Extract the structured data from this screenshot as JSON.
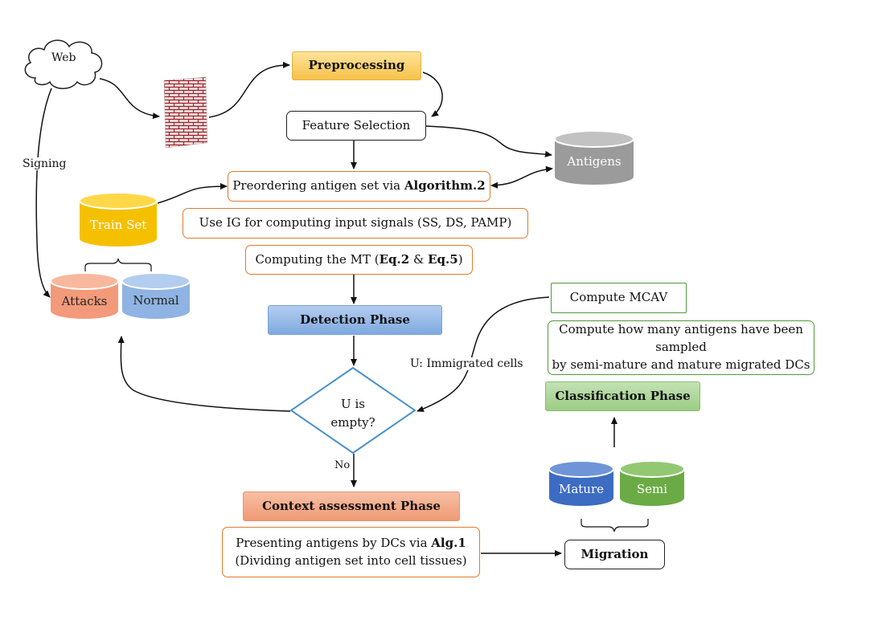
{
  "web": {
    "label": "Web"
  },
  "signing": {
    "label": "Signing"
  },
  "preprocessing": {
    "label": "Preprocessing"
  },
  "feature_selection": {
    "label": "Feature Selection"
  },
  "antigens_db": {
    "label": "Antigens",
    "color": "#9b9b9b"
  },
  "preordering": {
    "prefix": "Preordering antigen set via ",
    "bold": "Algorithm.2"
  },
  "train_set": {
    "label": "Train Set",
    "color": "#f5c000"
  },
  "ig_signals": {
    "label": "Use IG for computing input signals (SS, DS, PAMP)"
  },
  "compute_mt": {
    "prefix": "Computing the MT (",
    "bold1": "Eq.2",
    "mid": " & ",
    "bold2": "Eq.5",
    "suffix": ")"
  },
  "attacks_db": {
    "label": "Attacks",
    "color": "#f39a7a"
  },
  "normal_db": {
    "label": "Normal",
    "color": "#8fb3e3"
  },
  "detection_phase": {
    "label": "Detection Phase"
  },
  "decision": {
    "line1": "U is",
    "line2": "empty?"
  },
  "immigrated": {
    "label": "U: Immigrated cells"
  },
  "no_label": {
    "label": "No"
  },
  "context_phase": {
    "label": "Context assessment Phase"
  },
  "presenting": {
    "prefix": "Presenting antigens by DCs via ",
    "bold": "Alg.1",
    "line2": "(Dividing antigen set into cell tissues)"
  },
  "migration": {
    "label": "Migration"
  },
  "mature_db": {
    "label": "Mature",
    "color": "#3d6cc3"
  },
  "semi_db": {
    "label": "Semi",
    "color": "#6bab45"
  },
  "classification_phase": {
    "label": "Classification Phase"
  },
  "compute_count": {
    "line1": "Compute how many antigens have been sampled",
    "line2": "by semi-mature and mature migrated DCs"
  },
  "compute_mcav": {
    "label": "Compute MCAV"
  }
}
